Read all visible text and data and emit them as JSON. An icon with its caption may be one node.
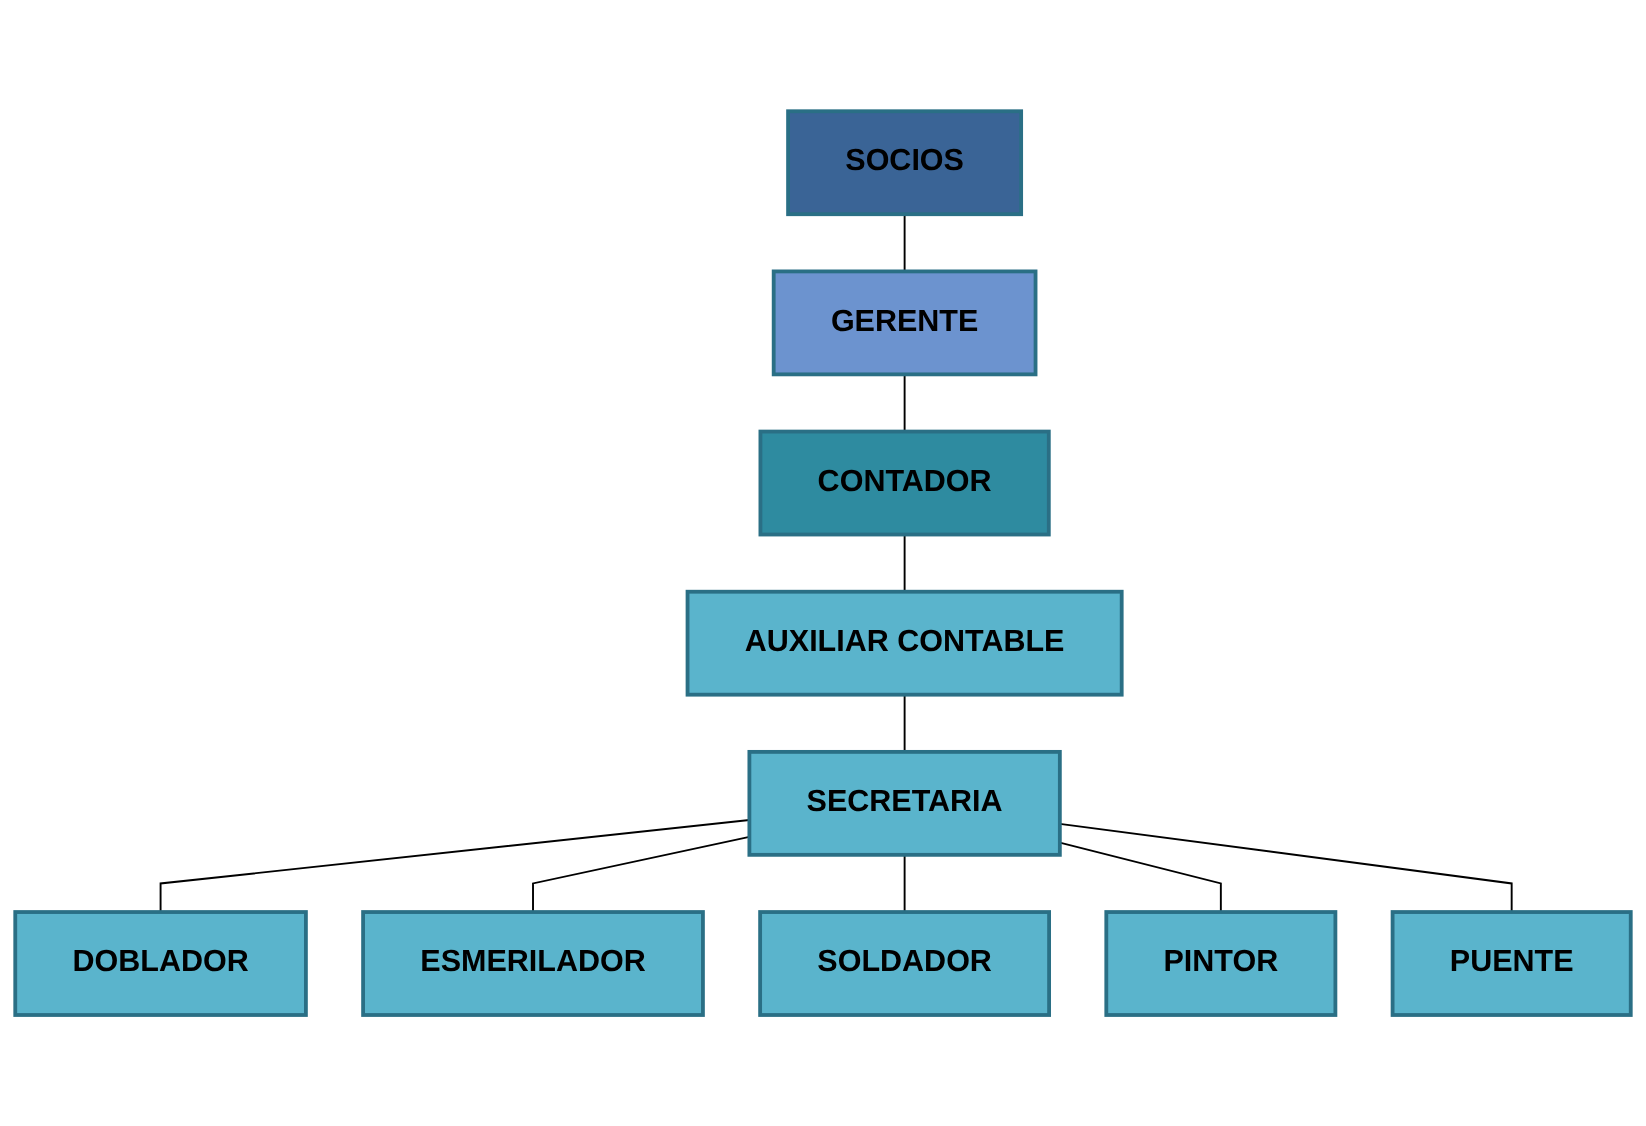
{
  "diagram": {
    "nodes": [
      {
        "text": [
          "SOCIOS"
        ]
      },
      {
        "text": [
          "GERENTE"
        ]
      },
      {
        "text": [
          "CONTADOR"
        ]
      },
      {
        "text": [
          "AUXILIAR CONTABLE"
        ]
      },
      {
        "text": [
          "SECRETARIA"
        ]
      },
      {
        "text": [
          "DOBLADOR"
        ]
      },
      {
        "text": [
          "ESMERILADOR"
        ]
      },
      {
        "text": [
          "SOLDADOR"
        ]
      },
      {
        "text": [
          "PINTOR"
        ]
      },
      {
        "text": [
          "PUENTE"
        ]
      }
    ],
    "edges": [
      {
        "from": 0,
        "to": 1,
        "arrow": "none"
      },
      {
        "from": 1,
        "to": 2,
        "arrow": "none"
      },
      {
        "from": 2,
        "to": 3,
        "arrow": "none"
      },
      {
        "from": 3,
        "to": 4,
        "arrow": "none"
      },
      {
        "from": 4,
        "to": 5,
        "arrow": "none"
      },
      {
        "from": 4,
        "to": 6,
        "arrow": "none"
      },
      {
        "from": 4,
        "to": 7,
        "arrow": "none"
      },
      {
        "from": 4,
        "to": 8,
        "arrow": "none"
      },
      {
        "from": 4,
        "to": 9,
        "arrow": "none"
      }
    ]
  }
}
